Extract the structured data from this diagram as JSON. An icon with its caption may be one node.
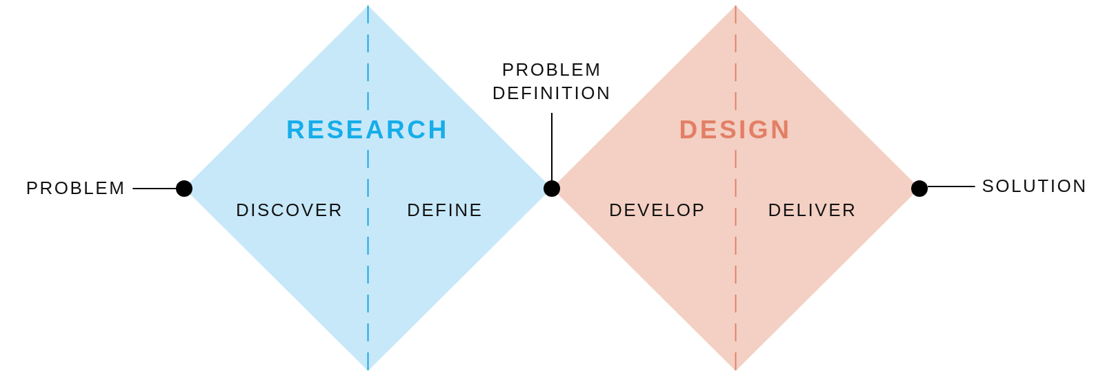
{
  "diagram": {
    "nodes": [
      {
        "text": [
          "RESEARCH",
          "DISCOVER",
          "DEFINE"
        ]
      },
      {
        "text": [
          "DESIGN",
          "DEVELOP",
          "DELIVER"
        ]
      },
      {
        "text": [
          "PROBLEM"
        ]
      },
      {
        "text": [],
        "shape": "circle"
      },
      {
        "text": [
          "PROBLEM DEFINITION"
        ]
      },
      {
        "text": [],
        "shape": "circle"
      },
      {
        "text": [],
        "shape": "circle"
      },
      {
        "text": [
          "SOLUTION"
        ]
      }
    ],
    "edges": [
      {
        "from": 2,
        "to": 3,
        "arrow": "none"
      },
      {
        "from": 4,
        "to": 5,
        "arrow": "none"
      },
      {
        "from": 6,
        "to": 7,
        "arrow": "none"
      }
    ]
  }
}
